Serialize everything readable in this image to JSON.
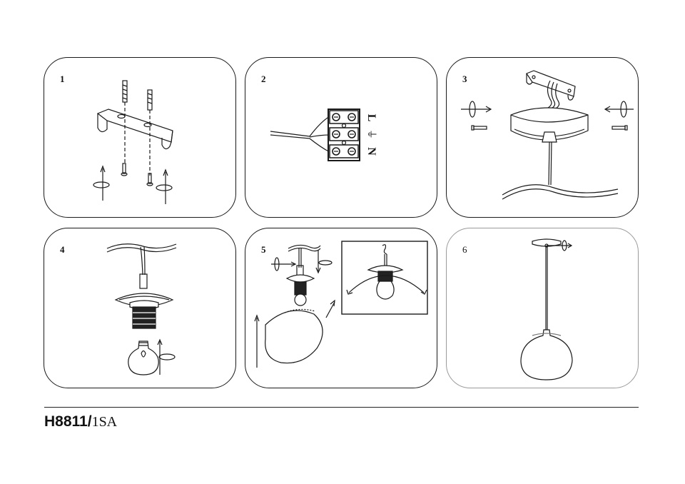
{
  "steps": [
    {
      "number": "1"
    },
    {
      "number": "2",
      "terminals": {
        "live": "L",
        "earth": "⏚",
        "neutral": "N"
      }
    },
    {
      "number": "3"
    },
    {
      "number": "4"
    },
    {
      "number": "5"
    },
    {
      "number": "6"
    }
  ],
  "footer": {
    "model_bold": "H8811/",
    "model_variant": "1SA"
  },
  "colors": {
    "line": "#1a1a1a",
    "panel6_border": "#9a9a9a"
  }
}
